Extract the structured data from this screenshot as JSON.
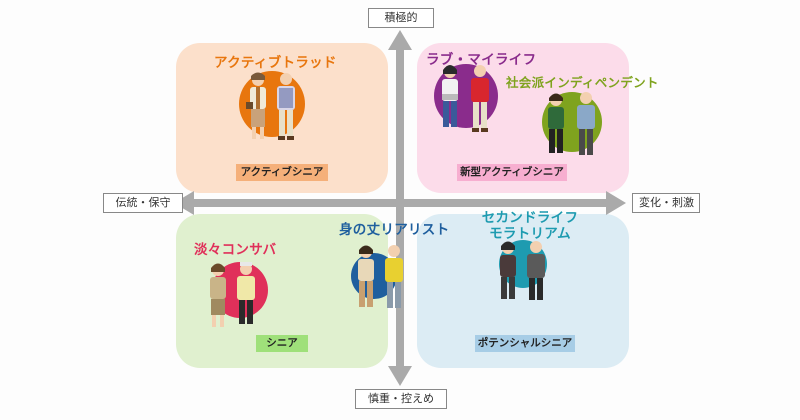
{
  "axes": {
    "top": "積極的",
    "bottom": "慎重・控えめ",
    "left": "伝統・保守",
    "right": "変化・刺激"
  },
  "segments": {
    "active_trad": {
      "title": "アクティブトラッド"
    },
    "love_my_life": {
      "title": "ラブ・マイライフ"
    },
    "independent": {
      "title": "社会派インディペンデント"
    },
    "tantan": {
      "title": "淡々コンサバ"
    },
    "realist": {
      "title": "身の丈リアリスト"
    },
    "second_life": {
      "title_line1": "セカンドライフ",
      "title_line2": "モラトリアム"
    }
  },
  "quadrant_labels": {
    "top_left": "アクティブシニア",
    "top_right": "新型アクティブシニア",
    "bottom_left": "シニア",
    "bottom_right": "ポテンシャルシニア"
  },
  "colors": {
    "active_trad": "#e8760e",
    "love_my_life": "#8a2c8c",
    "independent": "#7fa31e",
    "tantan": "#e0305a",
    "realist": "#1f5f9e",
    "second_life": "#1e9bb0",
    "label_tl": "#f5b07a",
    "label_tr": "#f7aed0",
    "label_bl": "#9fe07a",
    "label_br": "#a7cde6",
    "arrow": "#aaaaaa"
  },
  "icons": {
    "arrows": "four-way-arrow-icon",
    "people": "couple-illustration-icon"
  }
}
